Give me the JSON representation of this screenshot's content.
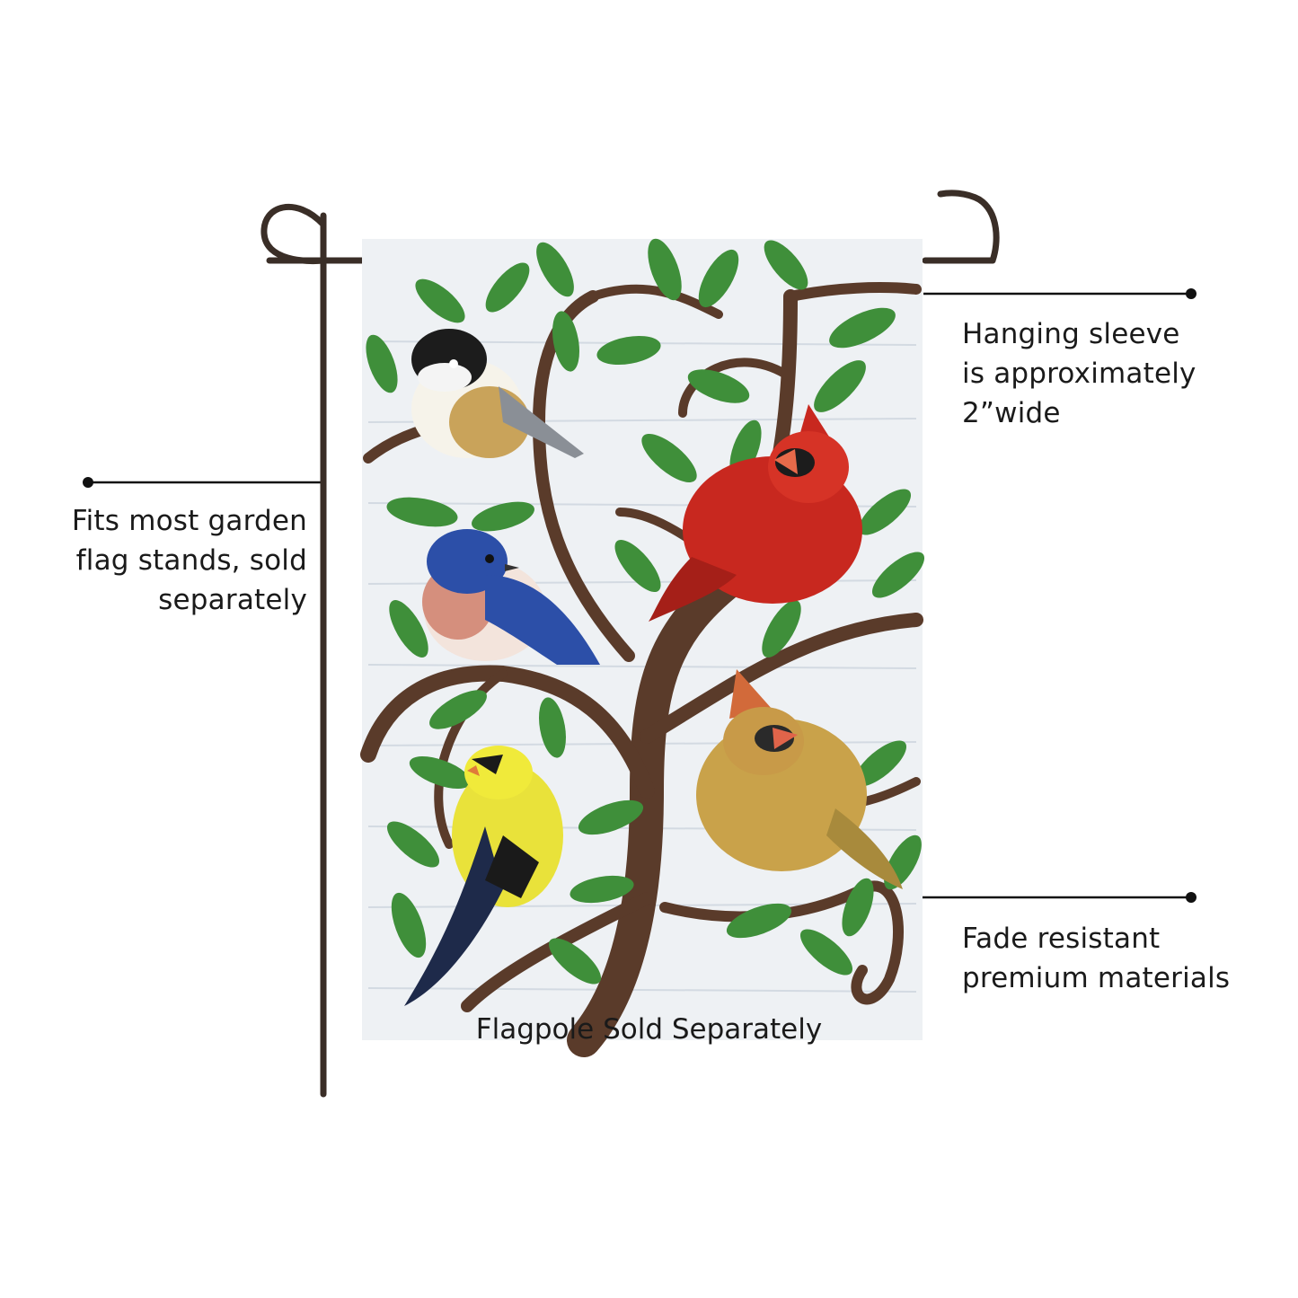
{
  "callouts": {
    "left": [
      "Fits most garden",
      "flag stands, sold",
      "separately"
    ],
    "sleeve": [
      "Hanging sleeve",
      "is approximately",
      "2”wide"
    ],
    "fade": [
      "Fade resistant",
      "premium materials"
    ]
  },
  "footer": {
    "caption": "Flagpole Sold Separately"
  },
  "colors": {
    "pole": "#3a2e27",
    "flag_bg": "#eef1f4",
    "branch": "#5a3b2a",
    "leaf": "#3f8f3a",
    "cardinal_male": "#c8281f",
    "cardinal_female": "#c9a24a",
    "bluebird": "#2c4fa8",
    "goldfinch": "#e9e23a"
  }
}
